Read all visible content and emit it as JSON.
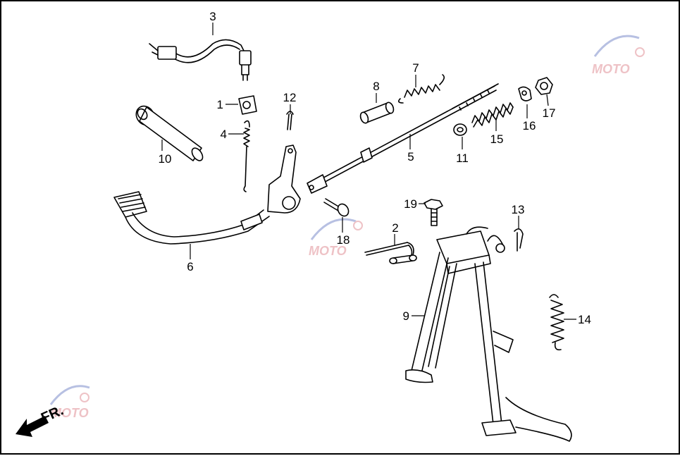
{
  "diagram": {
    "callouts": [
      "1",
      "2",
      "3",
      "4",
      "5",
      "6",
      "7",
      "8",
      "9",
      "10",
      "11",
      "12",
      "13",
      "14",
      "15",
      "16",
      "17",
      "18",
      "19"
    ],
    "direction_label": "FR."
  },
  "colors": {
    "line": "#000000",
    "background": "#ffffff",
    "watermark_red": "#e8a9ae",
    "watermark_blue": "#9aa6d6"
  }
}
